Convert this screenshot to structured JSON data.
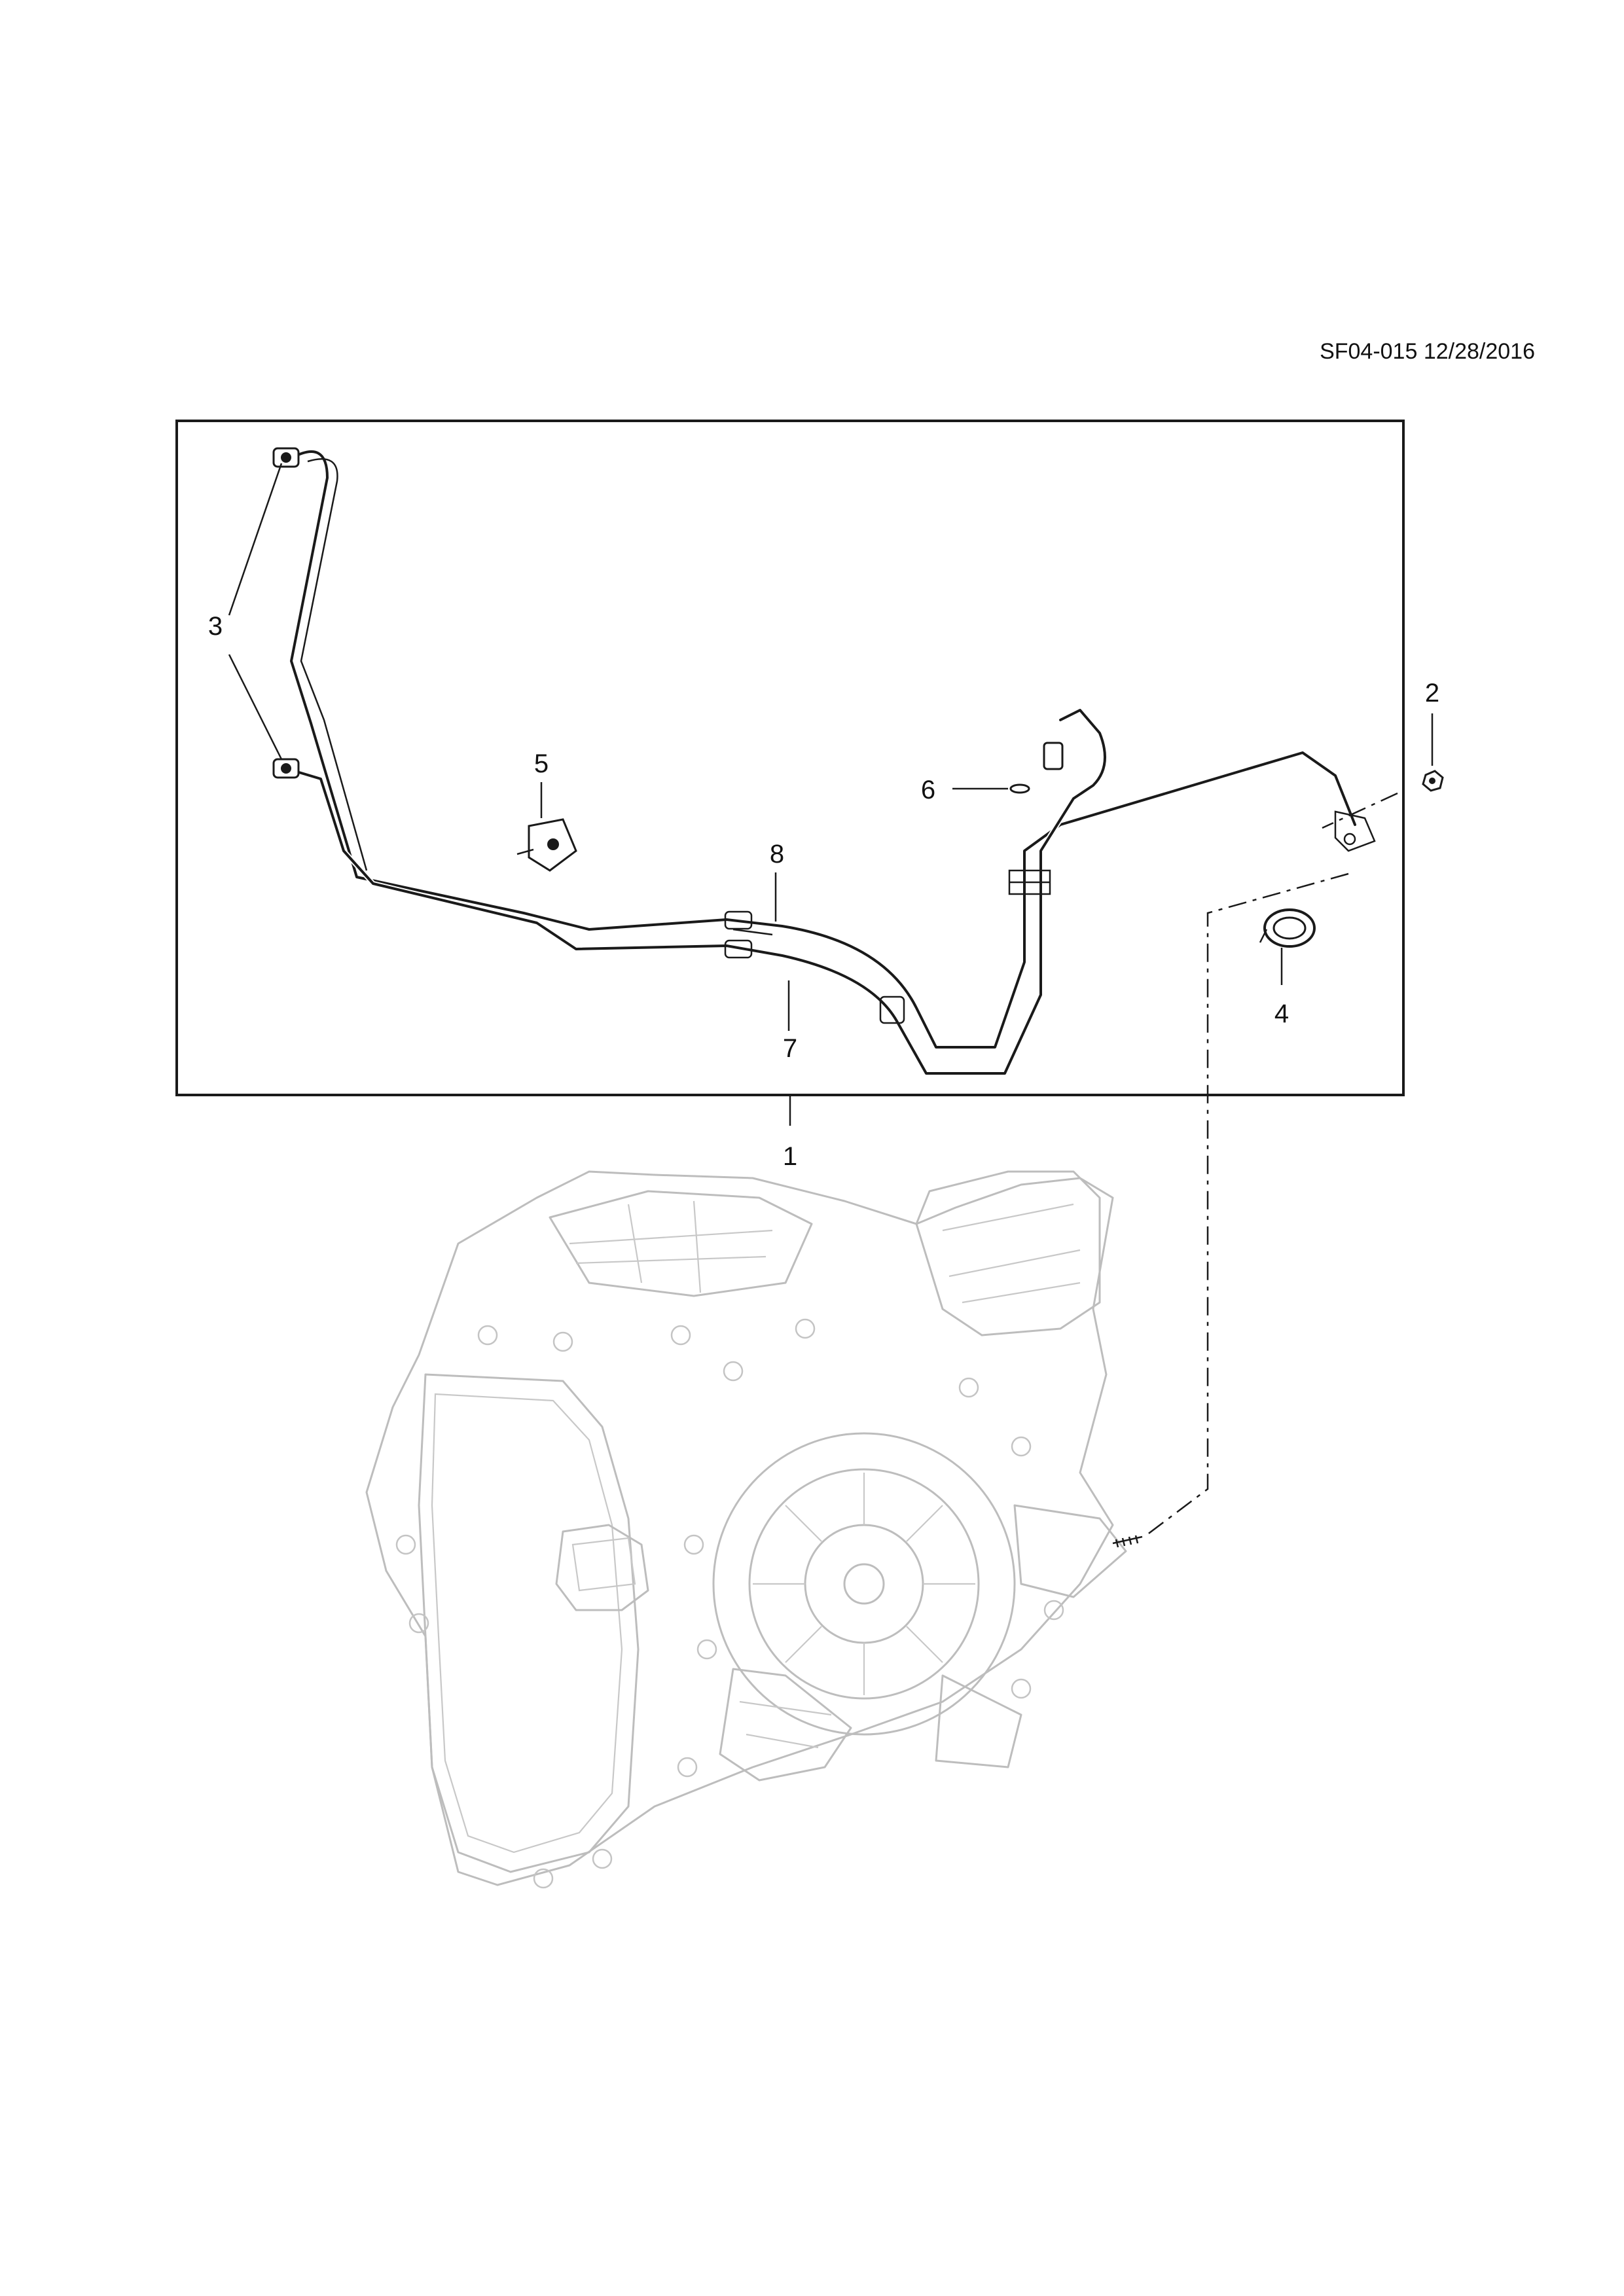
{
  "header": {
    "reference": "SF04-015 12/28/2016"
  },
  "callouts": {
    "c1": "1",
    "c2": "2",
    "c3": "3",
    "c4": "4",
    "c5": "5",
    "c6": "6",
    "c7": "7",
    "c8": "8"
  }
}
